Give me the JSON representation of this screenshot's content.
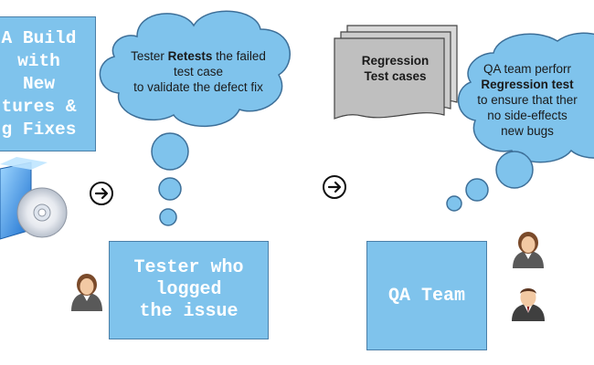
{
  "build_box": {
    "text": "A Build\nwith\nNew\ntures &\ng Fixes"
  },
  "tester_cloud": {
    "line1_pre": "Tester ",
    "line1_bold": "Retests",
    "line1_post": " the failed",
    "line2": "test case",
    "line3": "to validate the defect fix"
  },
  "tester_box": {
    "text": "Tester who\nlogged\nthe issue"
  },
  "regression_doc": {
    "line1": "Regression",
    "line2": "Test cases"
  },
  "qa_cloud": {
    "line1": "QA team perforr",
    "line2": "Regression test",
    "line3": "to ensure that ther",
    "line4": "no side-effects",
    "line5": "new bugs"
  },
  "qa_box": {
    "text": "QA Team"
  },
  "icons": {
    "arrow": "circled-arrow-right-icon",
    "person": "person-icon",
    "software_box": "software-box-icon"
  },
  "colors": {
    "box_fill": "#7fc3ec",
    "cloud_fill": "#7fc3ec",
    "doc_fill": "#bfbfbf"
  }
}
